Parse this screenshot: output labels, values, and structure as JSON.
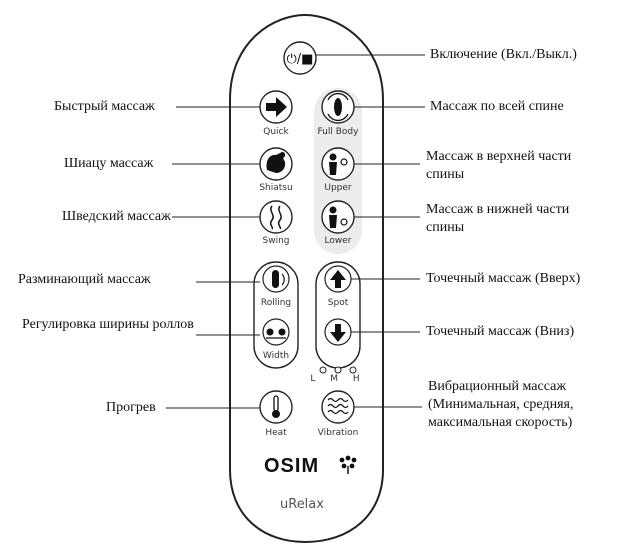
{
  "remote": {
    "brand": "OSIM",
    "model": "uRelax",
    "power_symbol": "⏻/■",
    "buttons": {
      "quick": "Quick",
      "full_body": "Full Body",
      "shiatsu": "Shiatsu",
      "upper": "Upper",
      "swing": "Swing",
      "lower": "Lower",
      "rolling": "Rolling",
      "spot": "Spot",
      "width": "Width",
      "heat": "Heat",
      "vibration": "Vibration"
    },
    "vibration_levels": [
      "L",
      "M",
      "H"
    ]
  },
  "callouts": {
    "power": "Включение (Вкл./Выкл.)",
    "quick": "Быстрый массаж",
    "full_body": "Массаж по всей спине",
    "shiatsu": "Шиацу массаж",
    "upper": "Массаж в верхней части спины",
    "swedish": "Шведский массаж",
    "lower": "Массаж в нижней части спины",
    "kneading": "Разминающий массаж",
    "spot_up": "Точечный массаж (Вверх)",
    "width": "Регулировка ширины роллов",
    "spot_down": "Точечный массаж (Вниз)",
    "heat": "Прогрев",
    "vibration": "Вибрационный массаж (Минимальная, средняя, максимальная скорость)"
  },
  "colors": {
    "body_stroke": "#222222",
    "button_fill": "#ffffff",
    "icon": "#111111",
    "panel": "#ececec"
  }
}
